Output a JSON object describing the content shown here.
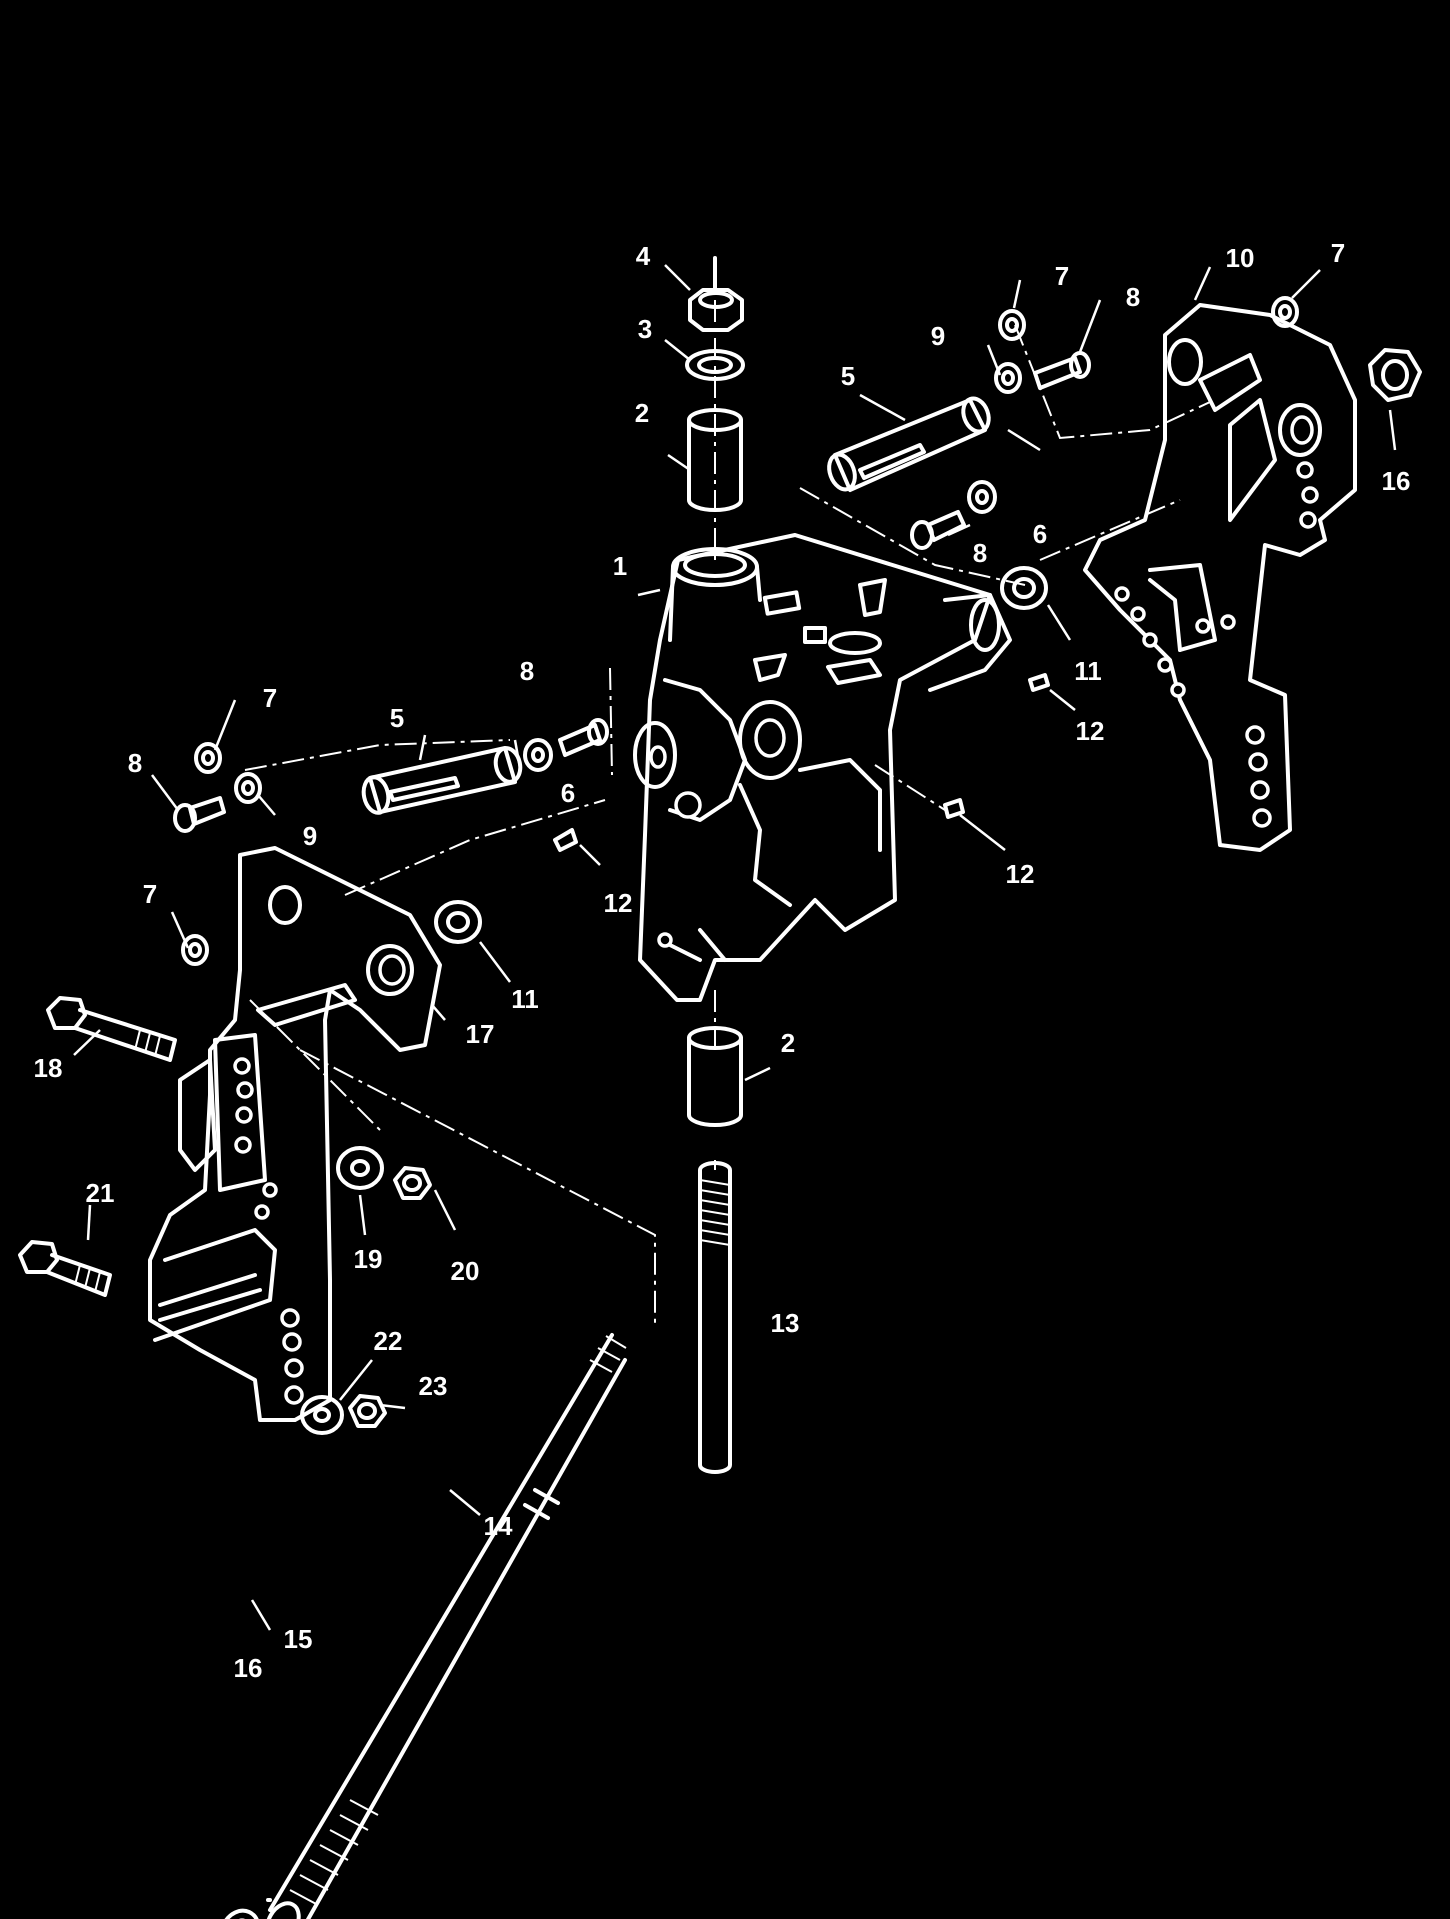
{
  "diagram": {
    "background_color": "#000000",
    "line_color": "#ffffff",
    "callouts": [
      {
        "id": "c-1",
        "text": "1"
      },
      {
        "id": "c-2a",
        "text": "2"
      },
      {
        "id": "c-2b",
        "text": "2"
      },
      {
        "id": "c-3",
        "text": "3"
      },
      {
        "id": "c-4",
        "text": "4"
      },
      {
        "id": "c-5a",
        "text": "5"
      },
      {
        "id": "c-5b",
        "text": "5"
      },
      {
        "id": "c-6a",
        "text": "6"
      },
      {
        "id": "c-6b",
        "text": "6"
      },
      {
        "id": "c-7a",
        "text": "7"
      },
      {
        "id": "c-7b",
        "text": "7"
      },
      {
        "id": "c-7c",
        "text": "7"
      },
      {
        "id": "c-7d",
        "text": "7"
      },
      {
        "id": "c-8a",
        "text": "8"
      },
      {
        "id": "c-8b",
        "text": "8"
      },
      {
        "id": "c-8c",
        "text": "8"
      },
      {
        "id": "c-8d",
        "text": "8"
      },
      {
        "id": "c-9a",
        "text": "9"
      },
      {
        "id": "c-9b",
        "text": "9"
      },
      {
        "id": "c-10",
        "text": "10"
      },
      {
        "id": "c-11a",
        "text": "11"
      },
      {
        "id": "c-11b",
        "text": "11"
      },
      {
        "id": "c-12a",
        "text": "12"
      },
      {
        "id": "c-12b",
        "text": "12"
      },
      {
        "id": "c-12c",
        "text": "12"
      },
      {
        "id": "c-13",
        "text": "13"
      },
      {
        "id": "c-14",
        "text": "14"
      },
      {
        "id": "c-15",
        "text": "15"
      },
      {
        "id": "c-16a",
        "text": "16"
      },
      {
        "id": "c-16b",
        "text": "16"
      },
      {
        "id": "c-17",
        "text": "17"
      },
      {
        "id": "c-18",
        "text": "18"
      },
      {
        "id": "c-19",
        "text": "19"
      },
      {
        "id": "c-20",
        "text": "20"
      },
      {
        "id": "c-21",
        "text": "21"
      },
      {
        "id": "c-22",
        "text": "22"
      },
      {
        "id": "c-23",
        "text": "23"
      }
    ]
  }
}
